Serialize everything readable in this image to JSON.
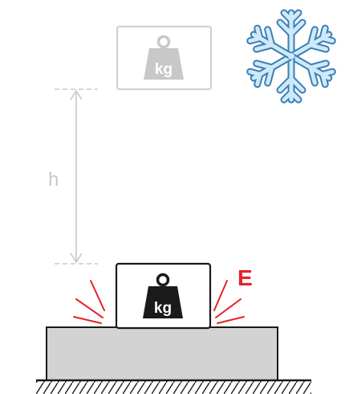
{
  "labels": {
    "height": "h",
    "energy": "E",
    "weight_unit": "kg"
  },
  "colors": {
    "faded": "#c8c8c8",
    "energy": "#e8202a",
    "snowflake_fill": "#cfe9f7",
    "snowflake_stroke": "#3a7fb8",
    "table": "#d3d3d3",
    "ink": "#1a1a1a"
  },
  "icons": {
    "top_weight": "kg-weight-icon",
    "bottom_weight": "kg-weight-icon",
    "cold": "snowflake-icon"
  }
}
